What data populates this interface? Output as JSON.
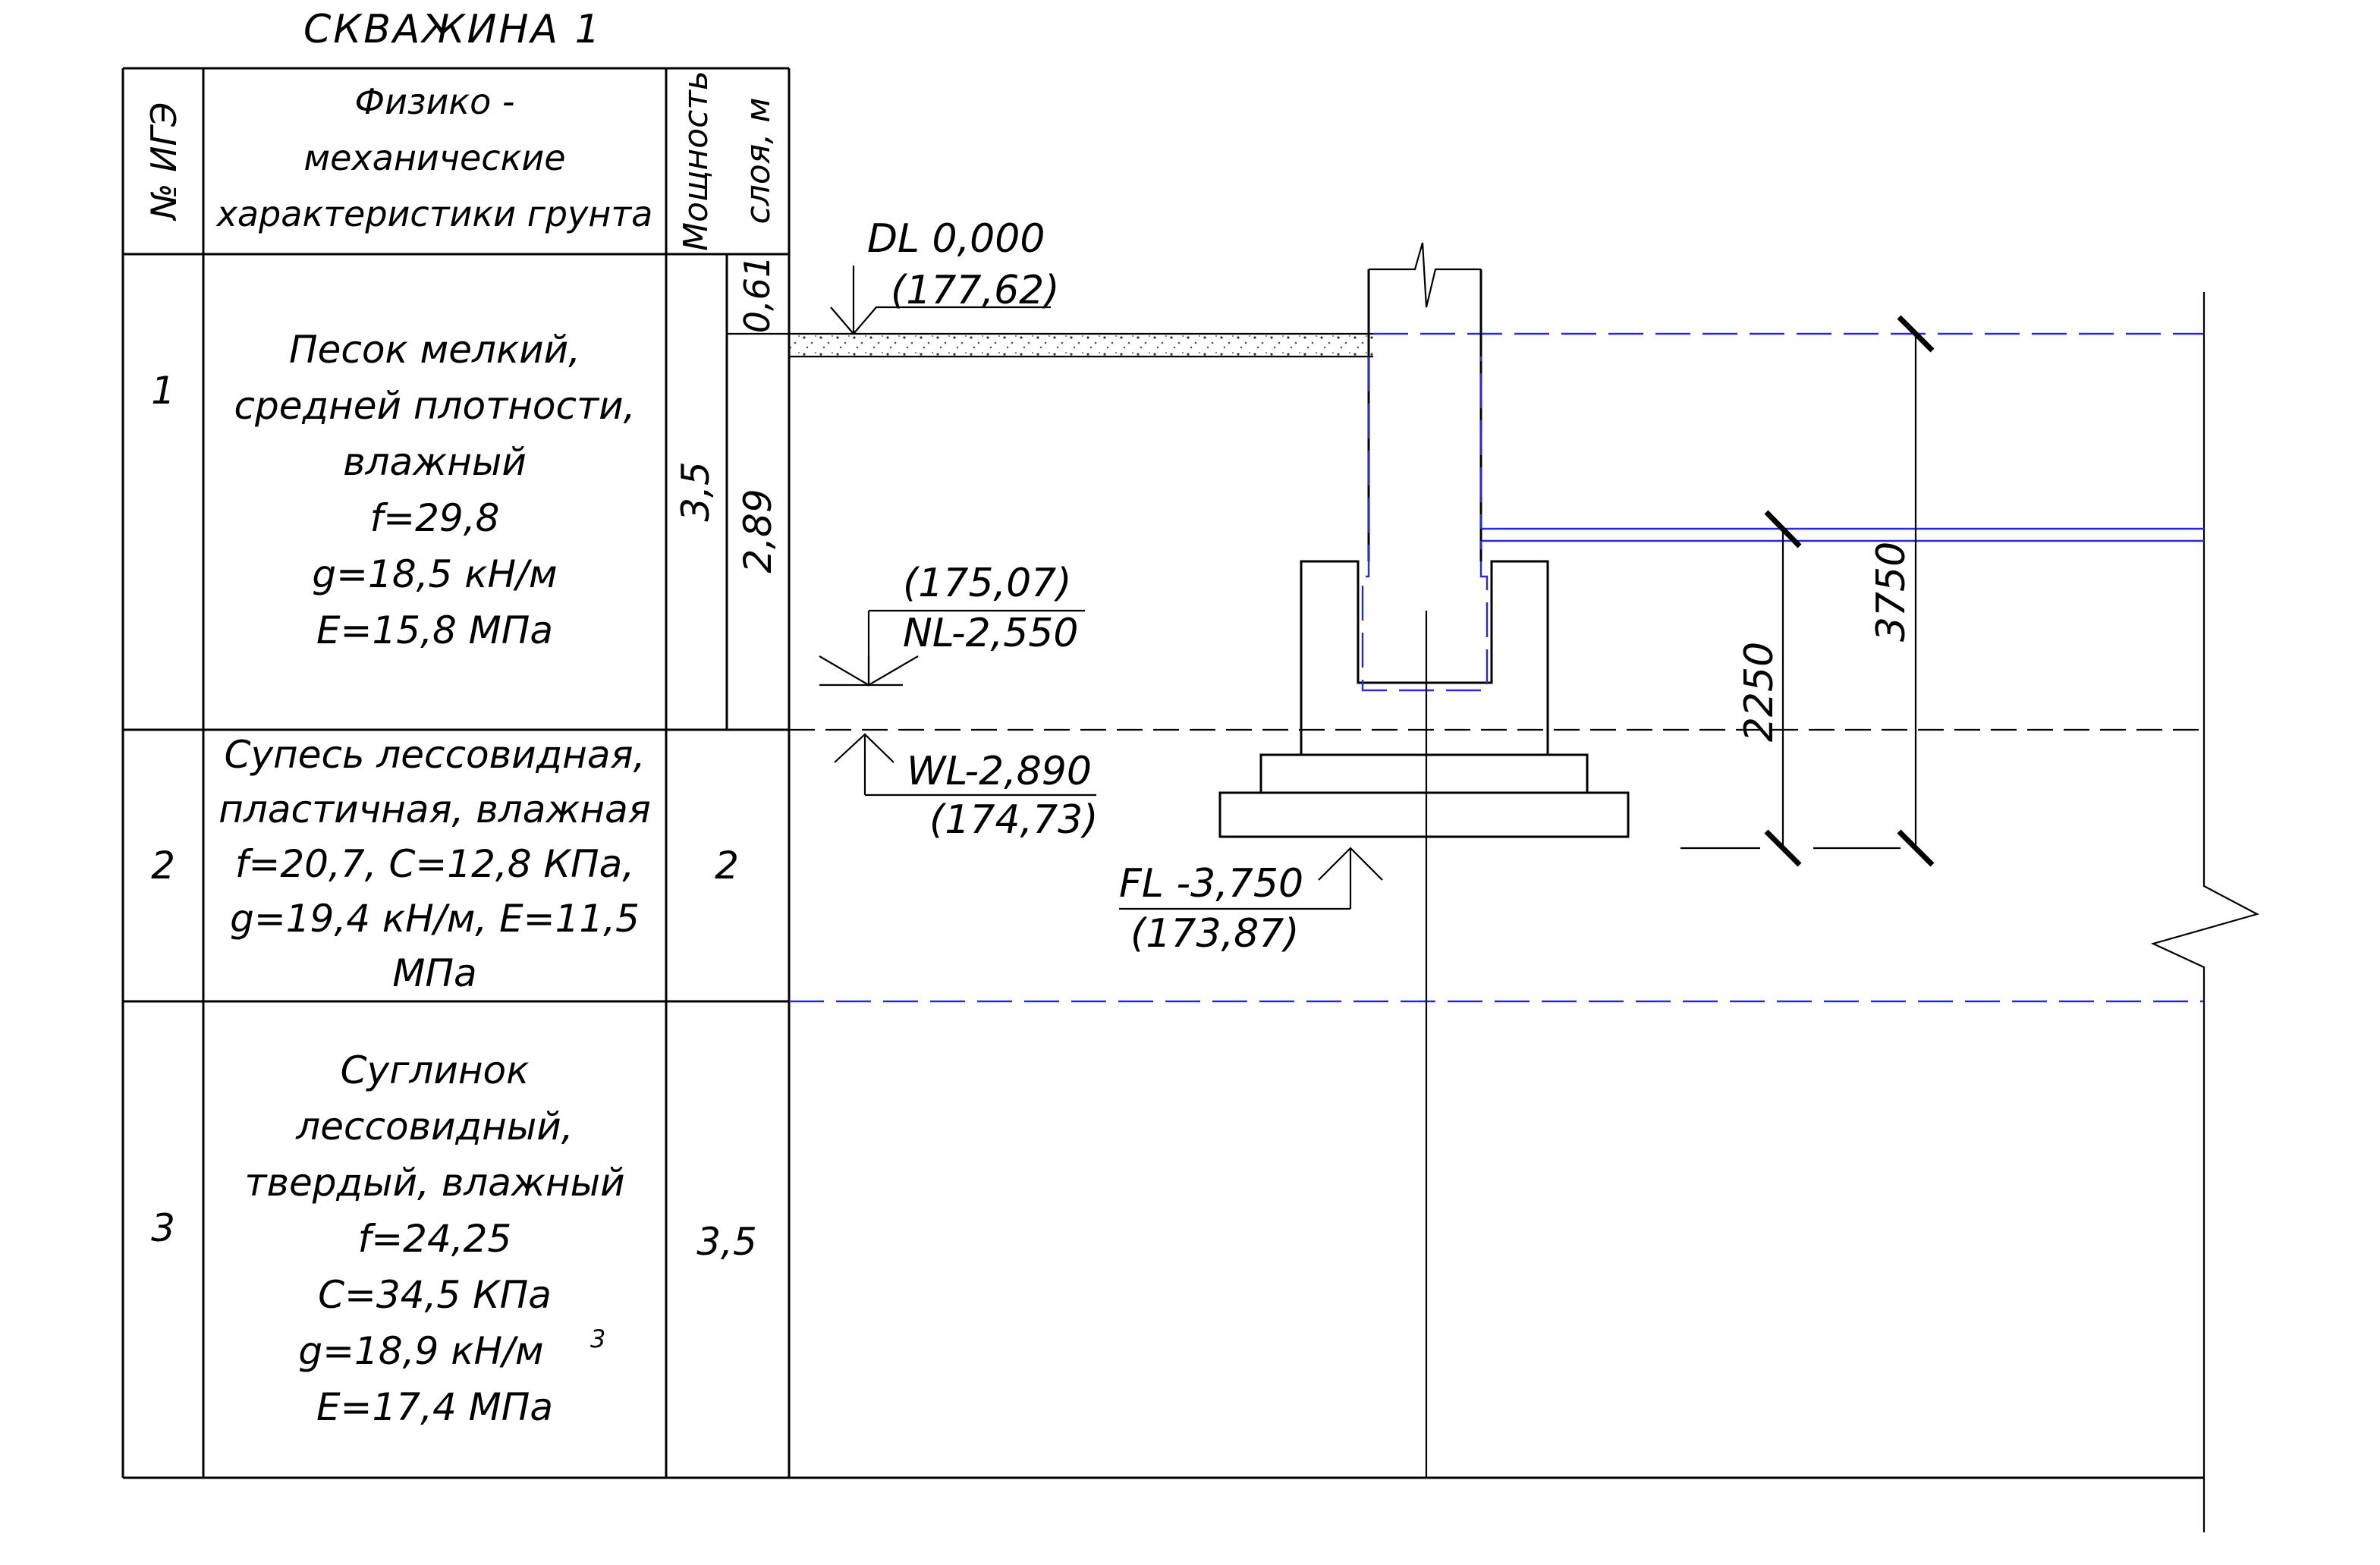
{
  "title": "СКВАЖИНА 1",
  "table": {
    "headers": {
      "igz": "№ ИГЭ",
      "props": [
        "Физико -",
        "механические",
        "характеристики грунта"
      ],
      "thickness_a": "Мощность",
      "thickness_b": "слоя, м"
    },
    "rows": [
      {
        "num": "1",
        "lines": [
          "Песок мелкий,",
          "средней плотности,",
          "влажный",
          "f=29,8",
          "g=18,5  кН/м",
          "E=15,8  МПа"
        ],
        "thickness": "3,5",
        "sub_top": "0,61",
        "sub_bottom": "2,89"
      },
      {
        "num": "2",
        "lines": [
          "Супесь лессовидная,",
          "пластичная, влажная",
          "f=20,7, С=12,8  КПа,",
          "g=19,4  кН/м, E=11,5",
          "МПа"
        ],
        "thickness": "2"
      },
      {
        "num": "3",
        "lines": [
          "Суглинок",
          "лессовидный,",
          "твердый, влажный",
          "f=24,25",
          "С=34,5  КПа",
          "g=18,9  кН/м",
          "E=17,4  МПа"
        ],
        "superscript": "3",
        "thickness": "3,5"
      }
    ]
  },
  "levels": {
    "dl_label": "DL  0,000",
    "dl_abs": "(177,62)",
    "nl_abs": "(175,07)",
    "nl_label": "NL-2,550",
    "wl_label": "WL-2,890",
    "wl_abs": "(174,73)",
    "fl_label": "FL -3,750",
    "fl_abs": "(173,87)"
  },
  "dimensions": {
    "d1": "2250",
    "d2": "3750"
  }
}
